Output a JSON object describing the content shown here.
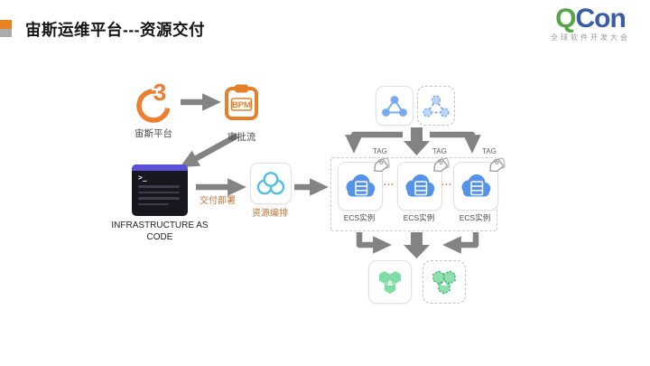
{
  "slide": {
    "title": "宙斯运维平台---资源交付",
    "logo": {
      "text_q": "Q",
      "text_con": "Con",
      "subtitle": "全球软件开发大会"
    }
  },
  "pipeline": {
    "zeus": {
      "glyph": "3",
      "label": "宙斯平台"
    },
    "bpm": {
      "icon_text": "BPM",
      "label": "审批流"
    },
    "iac": {
      "prompt": ">_",
      "label": "INFRASTRUCTURE AS CODE"
    },
    "deploy_label": "交付部署",
    "orchestration": {
      "label": "资源编排"
    }
  },
  "resources": {
    "tags": [
      "TAG",
      "TAG",
      "TAG"
    ],
    "instances": [
      {
        "label": "ECS实例"
      },
      {
        "label": "ECS实例"
      },
      {
        "label": "ECS实例"
      }
    ],
    "ellipses": [
      "...",
      "..."
    ]
  },
  "colors": {
    "accent_orange": "#E8821E",
    "zeus_orange": "#ED7D31",
    "label_orange": "#C07137",
    "marker_gray": "#ABABAB",
    "arrow_gray": "#838383",
    "ecs_blue": "#5593EB",
    "cluster_blue": "#76ABF1",
    "orchestration_blue": "#4FBFE4",
    "cluster_green": "#7FDCA4",
    "terminal_purple": "#5B51D8",
    "qcon_green": "#55A546",
    "qcon_blue": "#3A5CA8"
  }
}
